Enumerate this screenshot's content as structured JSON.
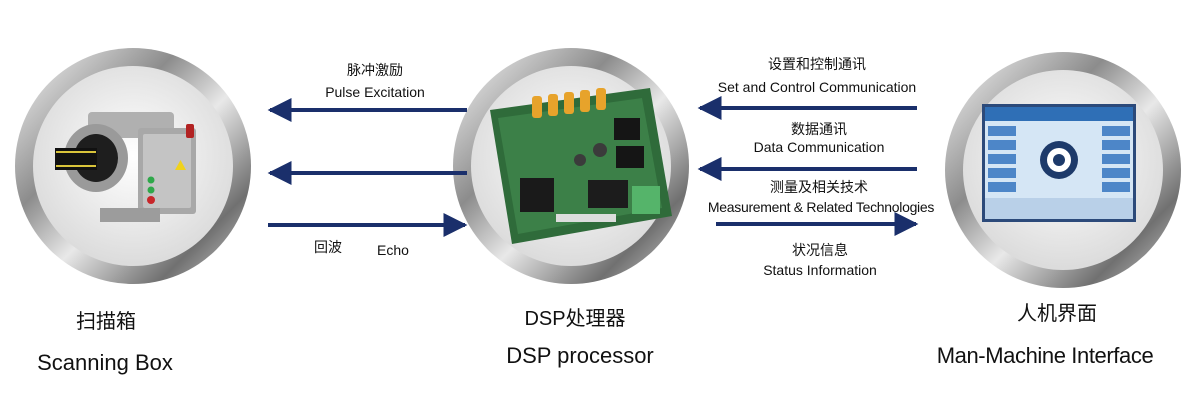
{
  "nodes": {
    "scanning_box": {
      "label_cn": "扫描箱",
      "label_en": "Scanning Box"
    },
    "dsp": {
      "label_cn": "DSP处理器",
      "label_en": "DSP processor"
    },
    "hmi": {
      "label_cn": "人机界面",
      "label_en": "Man-Machine Interface"
    }
  },
  "left_links": {
    "pulse_cn": "脉冲激励",
    "pulse_en": "Pulse Excitation",
    "echo_cn": "回波",
    "echo_en": "Echo"
  },
  "right_links": {
    "set_cn": "设置和控制通讯",
    "set_en": "Set and Control Communication",
    "data_cn": "数据通讯",
    "data_en": "Data Communication",
    "meas_cn": "测量及相关技术",
    "meas_en": "Measurement & Related Technologies",
    "status_cn": "状况信息",
    "status_en": "Status Information"
  },
  "colors": {
    "arrow": "#1a2f6b",
    "ring_dark": "#6e6e6e",
    "ring_light": "#f2f2f2"
  }
}
